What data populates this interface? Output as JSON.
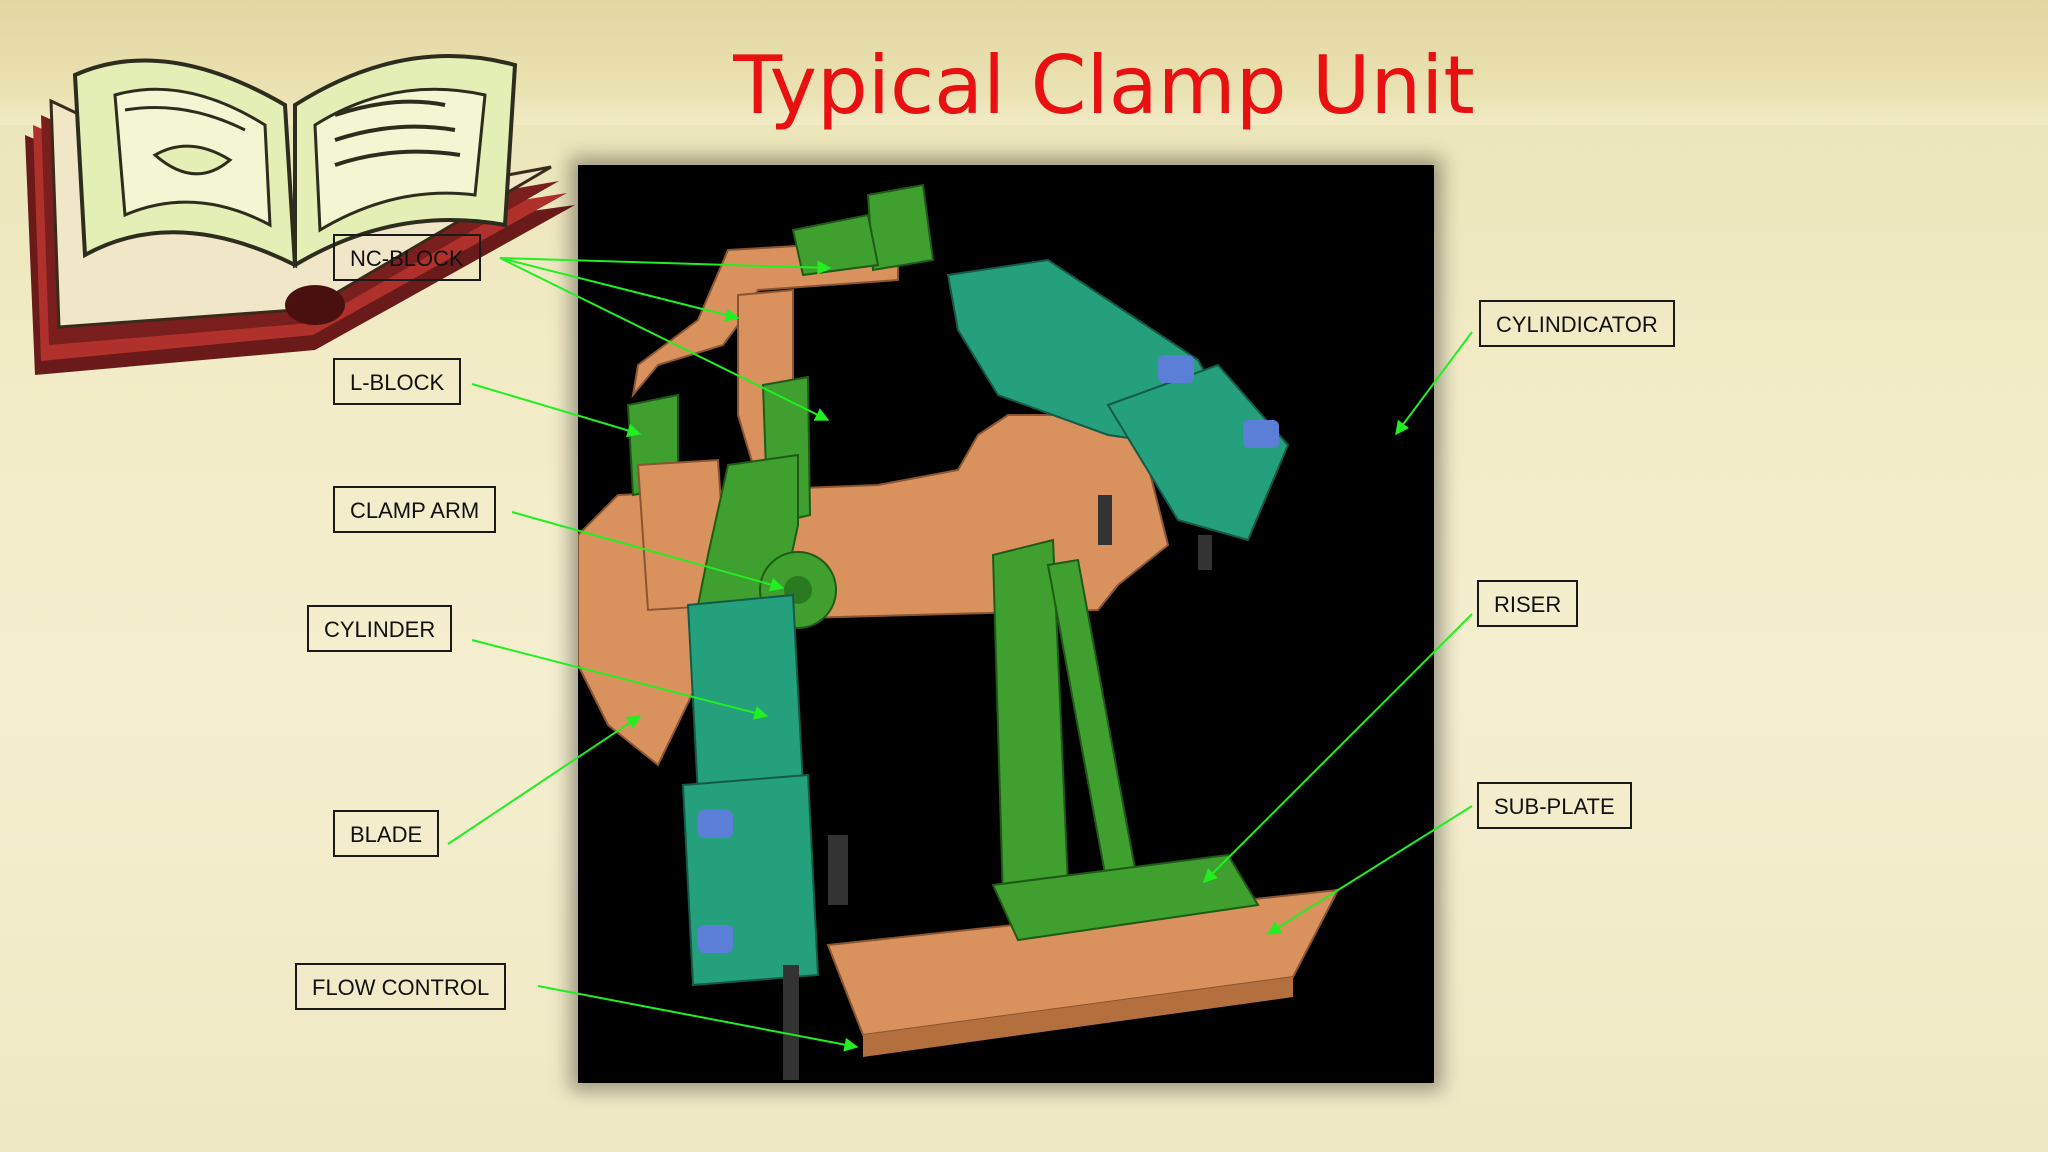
{
  "slide": {
    "title": "Typical Clamp Unit"
  },
  "callouts": [
    {
      "id": "nc-block",
      "text": "NC-BLOCK"
    },
    {
      "id": "l-block",
      "text": "L-BLOCK"
    },
    {
      "id": "clamp-arm",
      "text": "CLAMP ARM"
    },
    {
      "id": "cylinder",
      "text": "CYLINDER"
    },
    {
      "id": "blade",
      "text": "BLADE"
    },
    {
      "id": "flow-control",
      "text": "FLOW CONTROL"
    },
    {
      "id": "cylindicator",
      "text": "CYLINDICATOR"
    },
    {
      "id": "riser",
      "text": "RISER"
    },
    {
      "id": "sub-plate",
      "text": "SUB-PLATE"
    }
  ],
  "colors": {
    "title": "#e81010",
    "arrow": "#22ee22",
    "part_orange": "#d9925e",
    "part_green": "#3f9f2f",
    "part_teal": "#25a07c",
    "background": "#000000"
  }
}
